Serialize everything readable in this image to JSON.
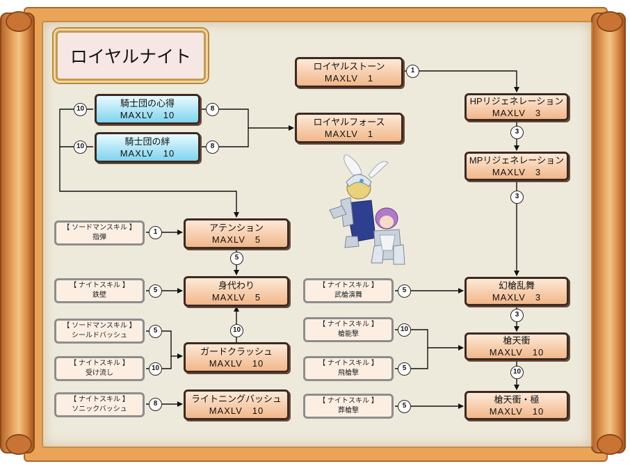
{
  "title": "ロイヤルナイト",
  "skills": {
    "royal_stone": {
      "name": "ロイヤルストーン",
      "max": "MAXLV　1"
    },
    "hp_regen": {
      "name": "HPリジェネレーション",
      "max": "MAXLV　3"
    },
    "mp_regen": {
      "name": "MPリジェネレーション",
      "max": "MAXLV　3"
    },
    "kishidan_kokoroe": {
      "name": "騎士団の心得",
      "max": "MAXLV　10"
    },
    "kishidan_kizuna": {
      "name": "騎士団の絆",
      "max": "MAXLV　10"
    },
    "royal_force": {
      "name": "ロイヤルフォース",
      "max": "MAXLV　1"
    },
    "attention": {
      "name": "アテンション",
      "max": "MAXLV　5"
    },
    "migawari": {
      "name": "身代わり",
      "max": "MAXLV　5"
    },
    "guard_crash": {
      "name": "ガードクラッシュ",
      "max": "MAXLV　10"
    },
    "lightning_bash": {
      "name": "ライトニングバッシュ",
      "max": "MAXLV　10"
    },
    "gensou_ranbu": {
      "name": "幻槍乱舞",
      "max": "MAXLV　3"
    },
    "souten_kou": {
      "name": "槍天衝",
      "max": "MAXLV　10"
    },
    "souten_kou_goku": {
      "name": "槍天衝・極",
      "max": "MAXLV　10"
    }
  },
  "requirements": {
    "shidan": {
      "category": "【 ソードマンスキル 】",
      "name": "指弾"
    },
    "teppeki": {
      "category": "【 ナイトスキル 】",
      "name": "鉄壁"
    },
    "shield_bash": {
      "category": "【 ソードマンスキル 】",
      "name": "シールドバッシュ"
    },
    "ukenagashi": {
      "category": "【 ナイトスキル 】",
      "name": "受け流し"
    },
    "sonic_bash": {
      "category": "【 ナイトスキル 】",
      "name": "ソニックバッシュ"
    },
    "busou_enbu": {
      "category": "【 ナイトスキル 】",
      "name": "武槍演舞"
    },
    "souno_geki": {
      "category": "【 ナイトスキル 】",
      "name": "槍能撃"
    },
    "hisou_geki": {
      "category": "【 ナイトスキル 】",
      "name": "飛槍撃"
    },
    "sousou_geki": {
      "category": "【 ナイトスキル 】",
      "name": "葬槍撃"
    }
  },
  "badges": {
    "stone_out": "1",
    "kokoroe_left": "10",
    "kokoroe_right": "8",
    "kizuna_left": "10",
    "kizuna_right": "8",
    "hp_to_mp": "3",
    "mp_to_gen": "3",
    "shidan": "1",
    "attention_to_migawari": "5",
    "teppeki": "5",
    "guard_to_migawari": "10",
    "shield_bash": "5",
    "ukenagashi": "10",
    "sonic_bash": "8",
    "busou_enbu": "5",
    "gen_to_souten": "3",
    "souno_geki": "10",
    "hisou_geki": "5",
    "souten_to_goku": "10",
    "sousou_geki": "5"
  },
  "colors": {
    "frame_orange": "#e9a457",
    "paper": "#eeeadb",
    "skill_orange": "#f1b78a",
    "skill_blue": "#7fd3ef",
    "requirement_bg": "#fcefe2",
    "line": "#111111"
  },
  "illustration": "royal-knight-characters"
}
